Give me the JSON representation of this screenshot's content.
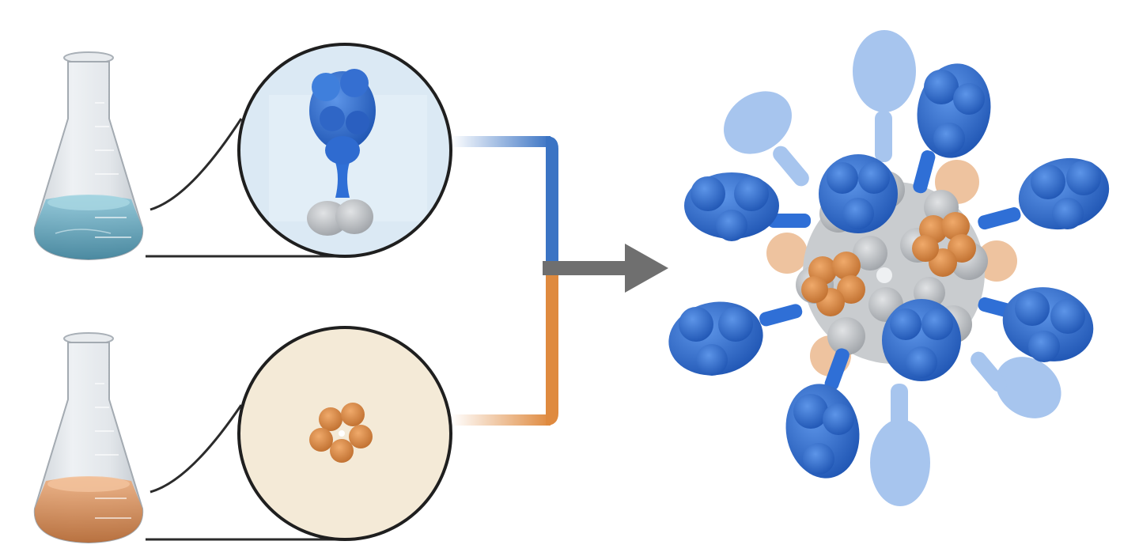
{
  "diagram": {
    "components": [
      {
        "id": "flask-top",
        "kind": "flask",
        "liquid_color": "#5aa3bd",
        "liquid_dark": "#3a7f98"
      },
      {
        "id": "flask-bottom",
        "kind": "flask",
        "liquid_color": "#d98a52",
        "liquid_dark": "#b46731"
      },
      {
        "id": "zoom-top",
        "kind": "zoom-circle",
        "background": "#dbe9f4",
        "content": "antigen-protein",
        "protein_color": "#3f78cf",
        "base_color": "#a9adb2"
      },
      {
        "id": "zoom-bottom",
        "kind": "zoom-circle",
        "background": "#f4ead7",
        "content": "pentamer-protein",
        "protein_color": "#d88c45"
      }
    ],
    "connectors": {
      "blue": "#3b74c4",
      "orange": "#df8a3f",
      "arrow": "#6f6f6f"
    },
    "result": {
      "kind": "nanoparticle-assembly",
      "core_gray": "#b9bcc0",
      "pentamer_orange": "#d98b48",
      "antigen_blue": "#2f6fd6",
      "antigen_blue_faded": "#6d9ee3"
    }
  }
}
